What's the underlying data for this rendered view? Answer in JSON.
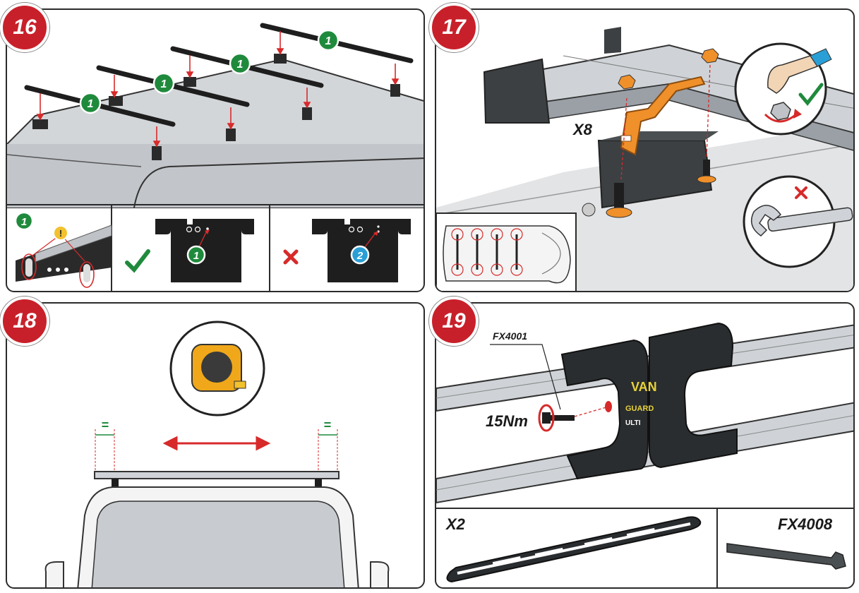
{
  "steps": {
    "s16": {
      "number": "16",
      "callout": "1",
      "tick_box_number": "1",
      "cross_box_number": "2",
      "warning_symbol": "!"
    },
    "s17": {
      "number": "17",
      "quantity": "X8"
    },
    "s18": {
      "number": "18",
      "equal_mark": "="
    },
    "s19": {
      "number": "19",
      "part_code": "FX4001",
      "torque": "15Nm",
      "quantity": "X2",
      "tool_code": "FX4008",
      "brand_line1": "VAN",
      "brand_line2": "GUARD",
      "brand_line3": "ULTI"
    }
  },
  "colors": {
    "badge_red": "#c8202a",
    "callout_green": "#1f8a3c",
    "callout_blue": "#2a9fd6",
    "bracket_orange": "#f0902a",
    "warning_yellow": "#f2c12e",
    "arrow_red": "#d72a2a"
  },
  "icons": [
    "check-icon",
    "cross-icon",
    "warning-icon",
    "tape-measure-icon",
    "wrench-icon",
    "hand-icon",
    "rotate-arrow-icon"
  ]
}
